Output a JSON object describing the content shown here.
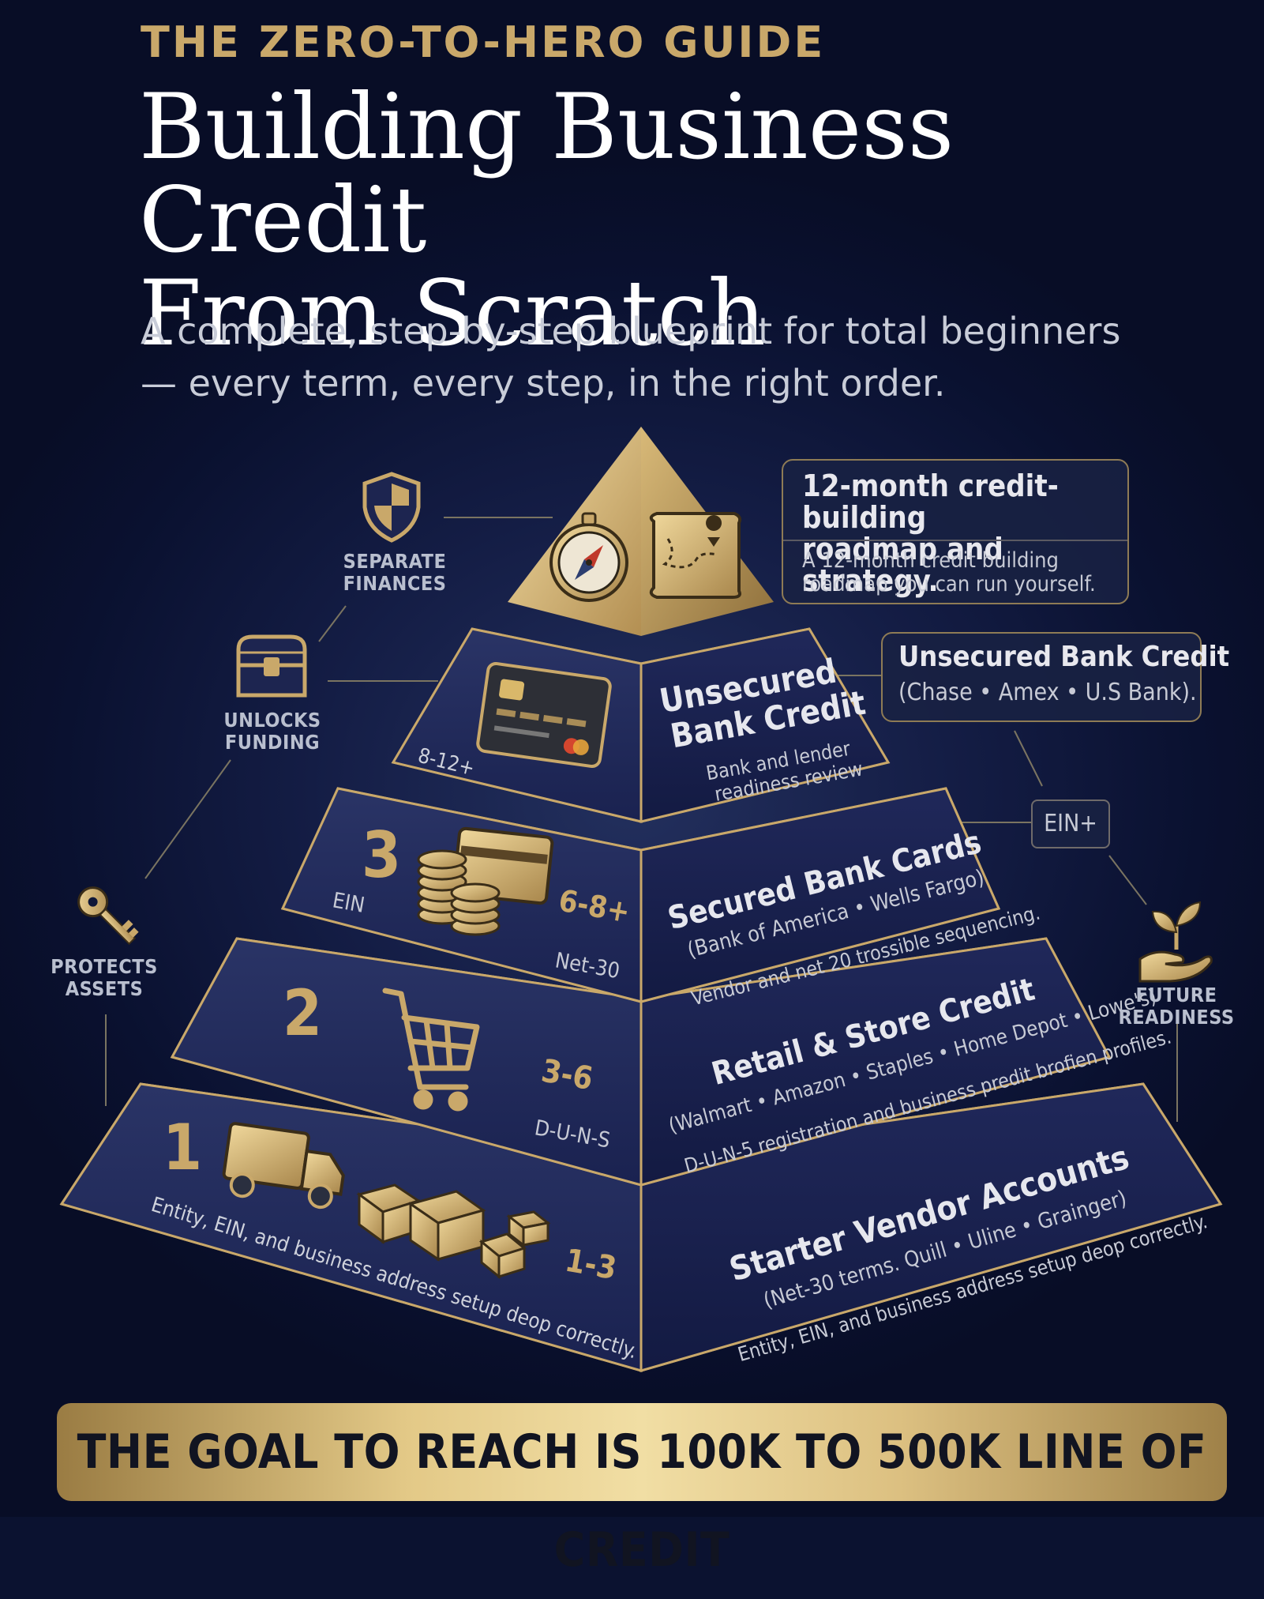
{
  "header": {
    "eyebrow": "THE ZERO-TO-HERO GUIDE",
    "title_line1": "Building Business Credit",
    "title_line2": "From Scratch",
    "subtitle_line1": "A complete, step-by-step blueprint for total beginners",
    "subtitle_line2": "— every term, every step, in the right order."
  },
  "side_labels": {
    "separate_finances": [
      "SEPARATE",
      "FINANCES"
    ],
    "unlocks_funding": [
      "UNLOCKS",
      "FUNDING"
    ],
    "protects_assets": [
      "PROTECTS",
      "ASSETS"
    ],
    "future_readiness": [
      "FUTURE",
      "READINESS"
    ]
  },
  "callouts": {
    "roadmap": {
      "heading_line1": "12-month credit-building",
      "heading_line2": "roadmap and strategy.",
      "body_line1": "A 12-month credit building",
      "body_line2": "roadmap you can run yourself."
    },
    "unsecured": {
      "heading": "Unsecured Bank Credit",
      "body": "(Chase • Amex • U.S Bank)."
    },
    "ein_tag": "EIN+"
  },
  "tiers": {
    "tier4": {
      "months": "8-12+",
      "title_line1": "Unsecured",
      "title_line2": "Bank Credit",
      "sub_line1": "Bank and lender",
      "sub_line2": "readiness review"
    },
    "tier3": {
      "number": "3",
      "left_tag": "EIN",
      "months": "6-8+",
      "bottom_tag": "Net-30",
      "title": "Secured Bank Cards",
      "examples": "(Bank of America • Wells Fargo)",
      "note": "Vendor and net 20 trossible sequencing."
    },
    "tier2": {
      "number": "2",
      "months": "3-6",
      "bottom_tag": "D-U-N-S",
      "title": "Retail & Store Credit",
      "examples": "(Walmart • Amazon • Staples • Home Depot • Lowe's)",
      "note": "D-U-N-5 registration and business predit brofien profiles."
    },
    "tier1": {
      "number": "1",
      "months": "1-3",
      "left_note": "Entity, EIN, and business address setup deop correctly.",
      "title": "Starter Vendor Accounts",
      "examples": "(Net-30 terms. Quill • Uline • Grainger)",
      "note": "Entity, EIN, and business address setup deop correctly."
    }
  },
  "icons": [
    "shield-icon",
    "treasure-chest-icon",
    "key-icon",
    "plant-hand-icon",
    "compass-icon",
    "map-icon",
    "credit-card-icon",
    "coins-icon",
    "shopping-cart-icon",
    "truck-icon",
    "boxes-icon"
  ],
  "colors": {
    "background": "#0f1738",
    "gold": "#c9a86a",
    "tier_face": "#1d2550",
    "banner_gold": "#e3c987"
  },
  "banner": "THE GOAL TO REACH IS 100K TO 500K LINE OF CREDIT"
}
